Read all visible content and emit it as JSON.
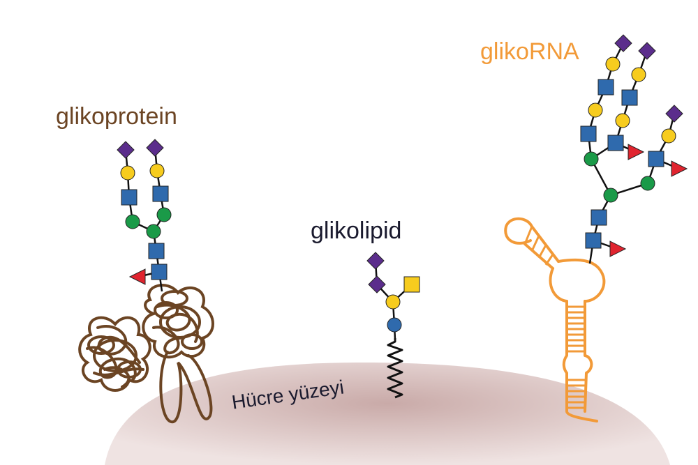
{
  "labels": {
    "glycoprotein": "glikoprotein",
    "glycolipid": "glikolipid",
    "glycorna": "glikoRNA",
    "cell_surface": "Hücre yüzeyi"
  },
  "colors": {
    "glycoprotein_label": "#6b4423",
    "glycolipid_label": "#1a1a2e",
    "glycorna_label": "#f29a38",
    "cell_surface_label": "#1a1a2e",
    "cell_surface_fill": "#d9c2c0",
    "protein": "#6b4423",
    "rna": "#f29a38",
    "diamond_purple": "#5b2d8c",
    "circle_yellow": "#f7cc1e",
    "square_blue": "#2f6aad",
    "circle_green": "#1a9a48",
    "triangle_red": "#e0242f",
    "square_yellow": "#f7cc1e",
    "circle_blue": "#2f6aad",
    "link": "#111111"
  },
  "icons": {
    "diamond": "neu5ac-diamond-icon",
    "yellow_circle": "galactose-circle-icon",
    "blue_square": "glcnac-square-icon",
    "green_circle": "mannose-circle-icon",
    "red_triangle": "fucose-triangle-icon",
    "yellow_square": "galnac-square-icon",
    "blue_circle": "glucose-circle-icon"
  }
}
